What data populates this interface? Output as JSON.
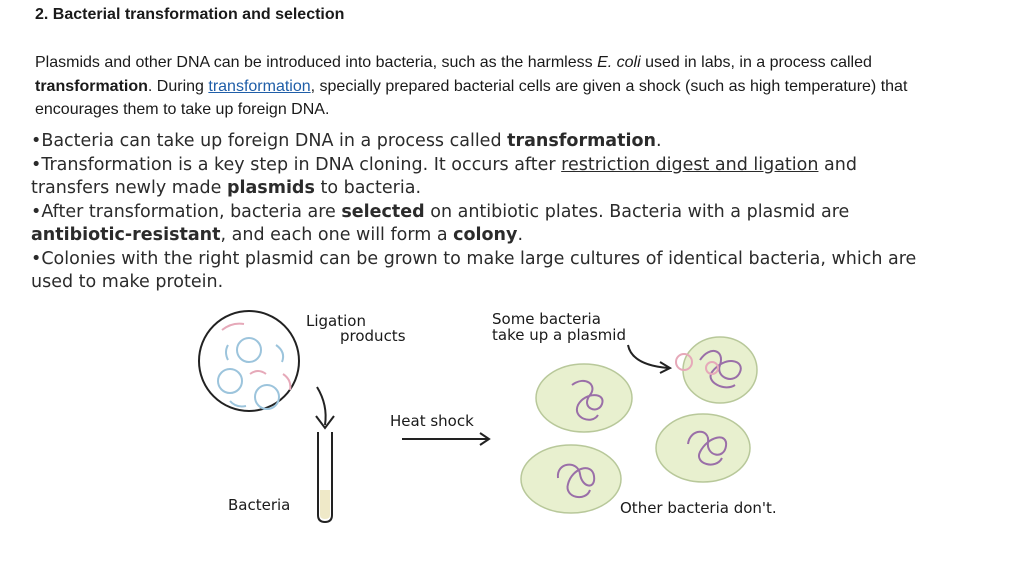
{
  "heading": "2. Bacterial transformation and selection",
  "intro": {
    "t1": "Plasmids and other DNA can be introduced into bacteria, such as the harmless ",
    "ecoli": "E. coli",
    "t2": " used in labs, in a process called ",
    "bold": "transformation",
    "t3": ". During ",
    "link": "transformation",
    "t4": ", specially prepared bacterial cells are given a shock (such as high temperature) that encourages them to take up foreign DNA."
  },
  "bullets": {
    "b1": {
      "pre": "•Bacteria can take up foreign DNA in a process called ",
      "bold": "transformation",
      "post": "."
    },
    "b2": {
      "pre": "•Transformation is a key step in DNA cloning. It occurs after ",
      "underline": "restriction digest and ligation",
      "mid": " and transfers newly made ",
      "bold": "plasmids",
      "post": " to bacteria."
    },
    "b3": {
      "pre": "•After transformation, bacteria are ",
      "bold1": "selected",
      "mid1": " on antibiotic plates. Bacteria with a plasmid are ",
      "bold2": "antibiotic-resistant",
      "mid2": ", and each one will form a ",
      "bold3": "colony",
      "post": "."
    },
    "b4": "•Colonies with the right plasmid can be grown to make large cultures of identical bacteria, which are used to make protein."
  },
  "diagram": {
    "ligation_line1": "Ligation",
    "ligation_line2": "products",
    "some_line1": "Some bacteria",
    "some_line2": "take up a plasmid",
    "heat_shock": "Heat shock",
    "bacteria": "Bacteria",
    "other": "Other bacteria don't."
  }
}
